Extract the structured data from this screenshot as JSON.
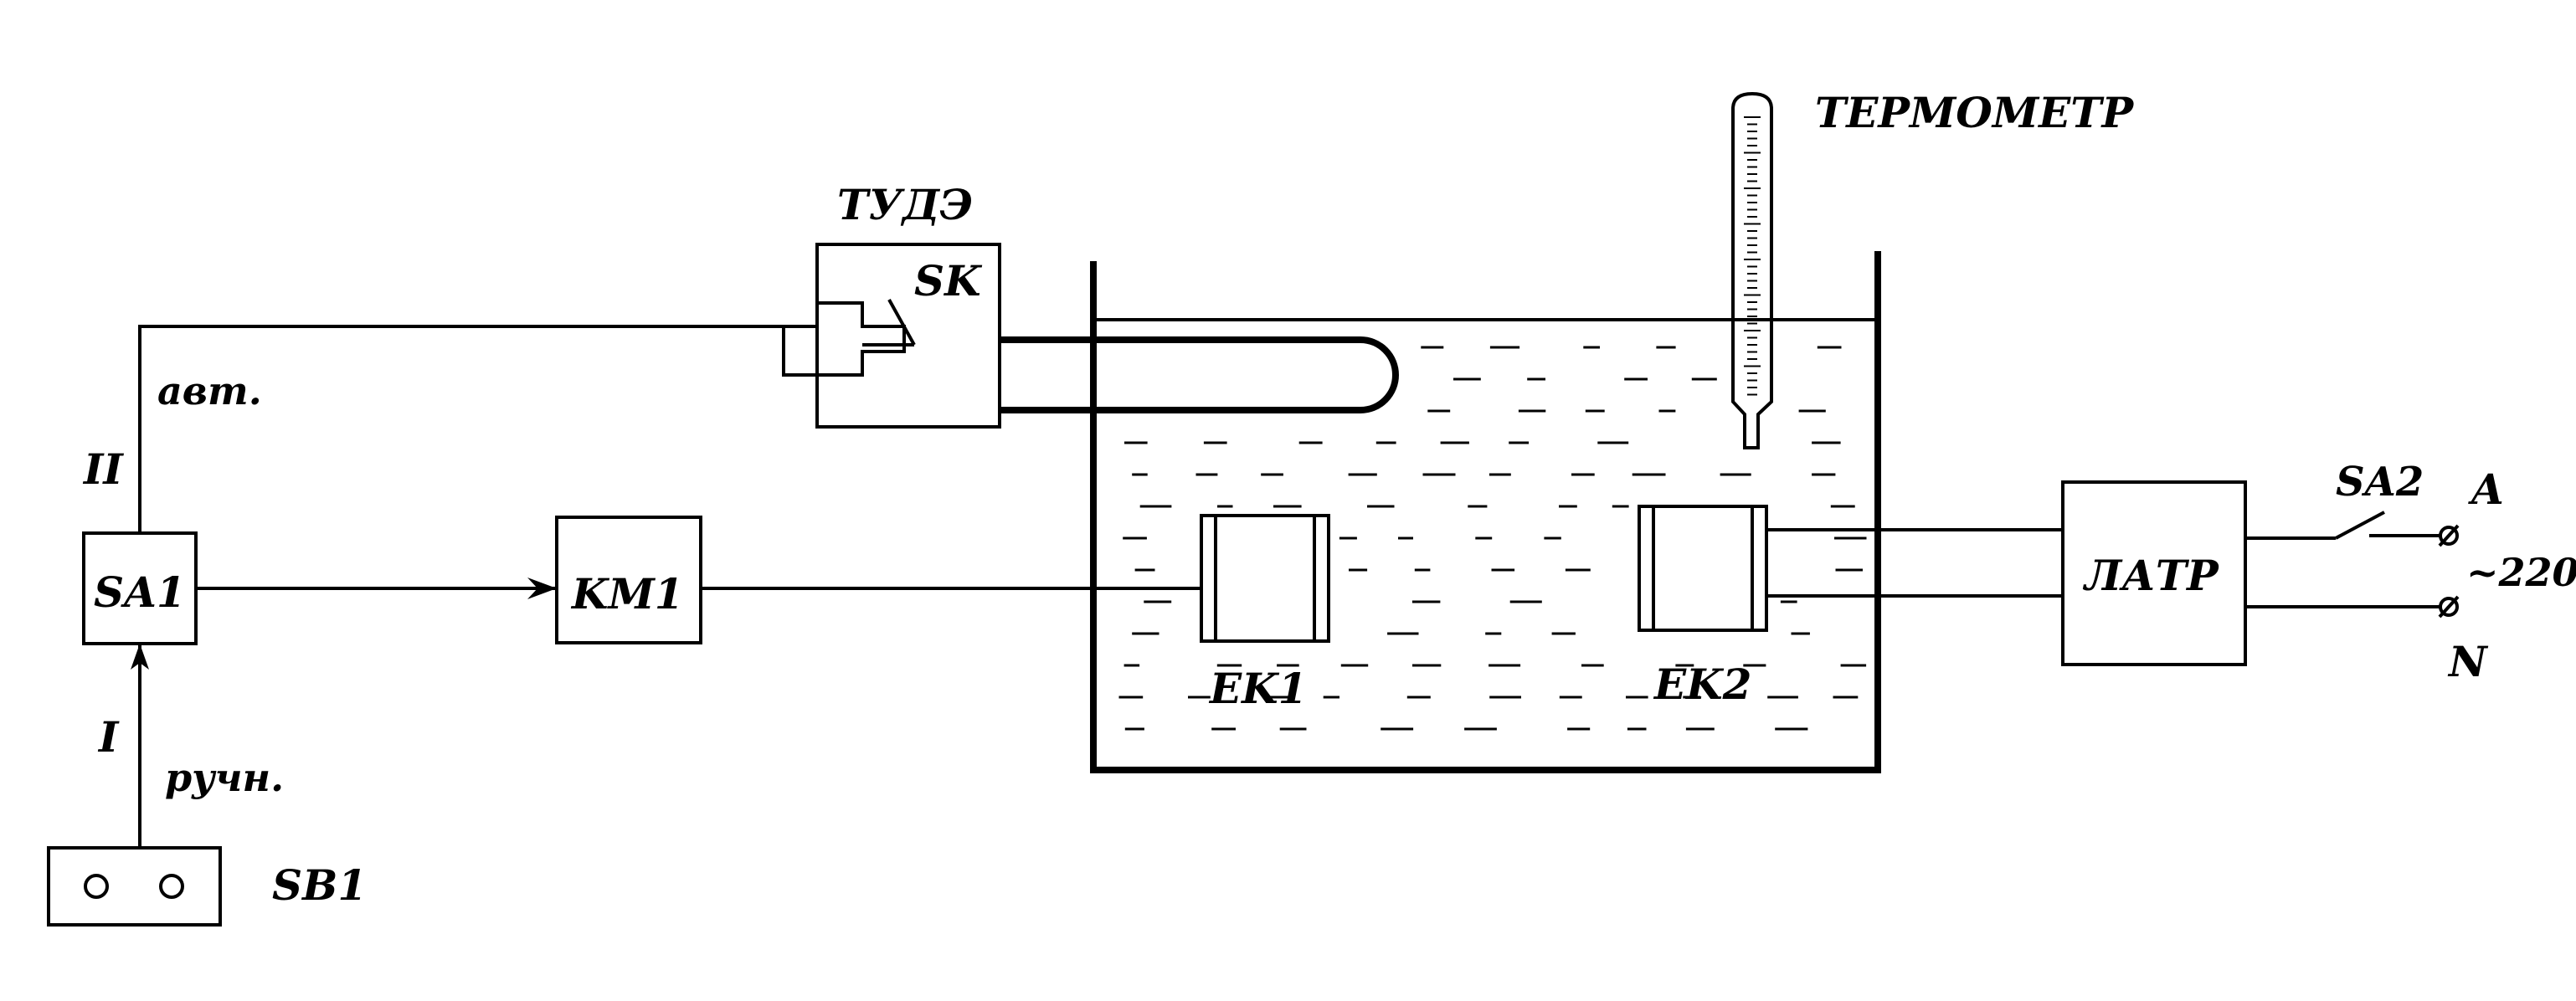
{
  "labels": {
    "thermometer": "ТЕРМОМЕТР",
    "tude": "ТУДЭ",
    "sk": "SK",
    "avt": "авт.",
    "mode_ii": "II",
    "sa1": "SA1",
    "km1": "KM1",
    "mode_i": "I",
    "ruchn": "ручн.",
    "sb1": "SB1",
    "ek1": "EK1",
    "ek2": "EK2",
    "latr": "ЛАТР",
    "sa2": "SA2",
    "phase_a": "A",
    "voltage": "~220",
    "neutral": "N"
  }
}
